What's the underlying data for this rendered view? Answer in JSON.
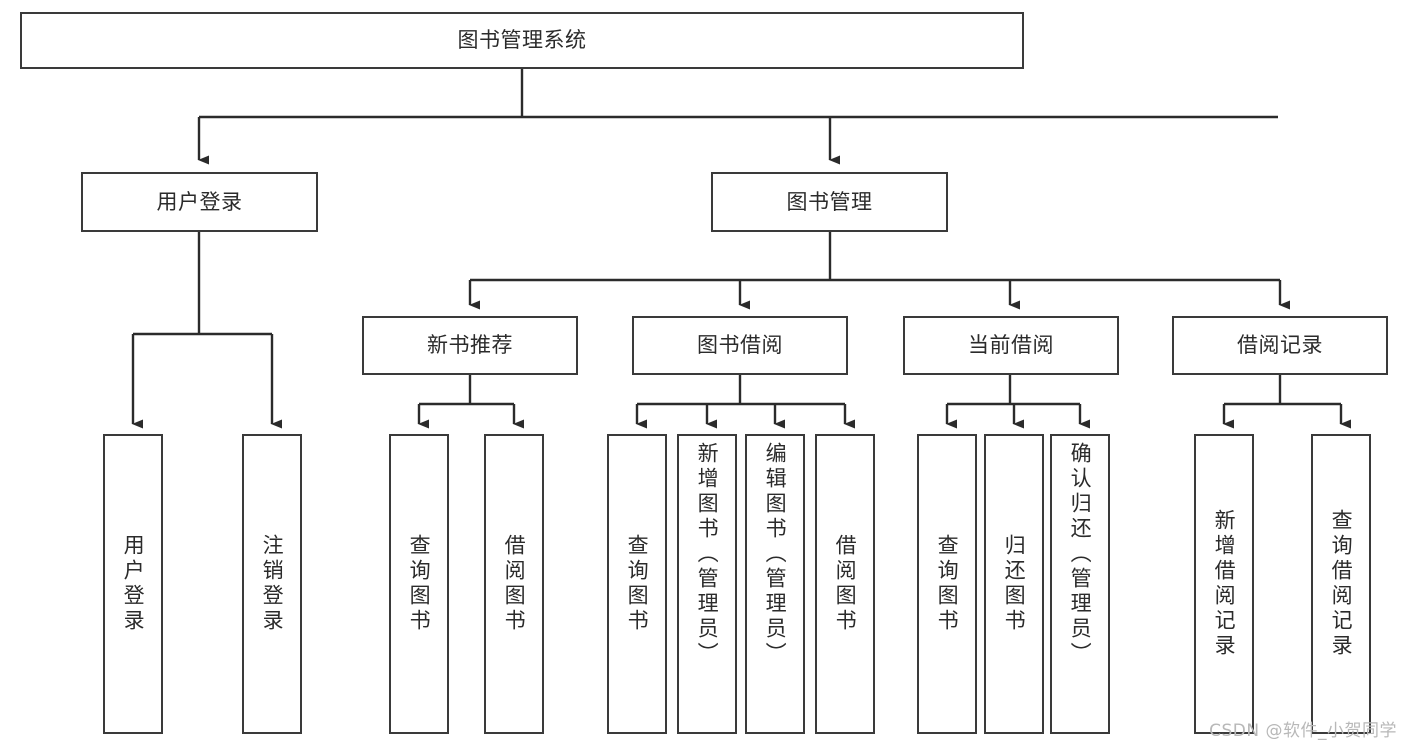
{
  "diagram": {
    "title": "图书管理系统",
    "type": "tree-hierarchy-chart",
    "stroke_color": "#3a3a3a",
    "fill_color": "#ffffff",
    "text_color": "#2b2b2b",
    "nodes": {
      "root": {
        "label": "图书管理系统"
      },
      "level1": [
        {
          "label": "用户登录"
        },
        {
          "label": "图书管理"
        }
      ],
      "level2": [
        {
          "label": "新书推荐"
        },
        {
          "label": "图书借阅"
        },
        {
          "label": "当前借阅"
        },
        {
          "label": "借阅记录"
        }
      ],
      "leaves_user_login": [
        {
          "label": "用户登录"
        },
        {
          "label": "注销登录"
        }
      ],
      "leaves_new_book": [
        {
          "label": "查询图书"
        },
        {
          "label": "借阅图书"
        }
      ],
      "leaves_borrow": [
        {
          "label": "查询图书"
        },
        {
          "label": "新增图书（管理员）"
        },
        {
          "label": "编辑图书（管理员）"
        },
        {
          "label": "借阅图书"
        }
      ],
      "leaves_current": [
        {
          "label": "查询图书"
        },
        {
          "label": "归还图书"
        },
        {
          "label": "确认归还（管理员）"
        }
      ],
      "leaves_record": [
        {
          "label": "新增借阅记录"
        },
        {
          "label": "查询借阅记录"
        }
      ]
    }
  },
  "watermark": {
    "text": "CSDN @软件_小贺同学",
    "color": "#b8b8b8"
  }
}
